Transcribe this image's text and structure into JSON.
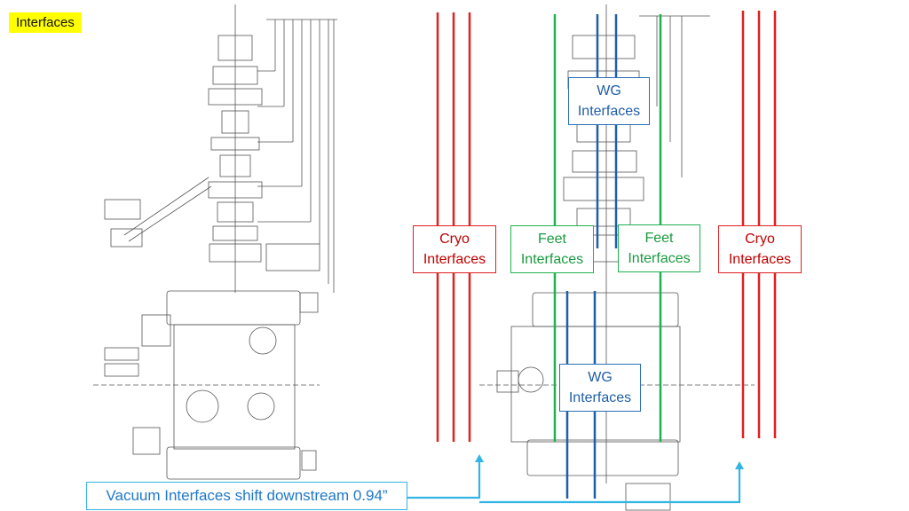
{
  "slide": {
    "title": "Interfaces"
  },
  "labels": {
    "wg_top_line1": "WG",
    "wg_top_line2": "Interfaces",
    "wg_bottom_line1": "WG",
    "wg_bottom_line2": "Interfaces",
    "cryo_left_line1": "Cryo",
    "cryo_left_line2": "Interfaces",
    "cryo_right_line1": "Cryo",
    "cryo_right_line2": "Interfaces",
    "feet_left_line1": "Feet",
    "feet_left_line2": "Interfaces",
    "feet_right_line1": "Feet",
    "feet_right_line2": "Interfaces"
  },
  "caption": {
    "text": "Vacuum Interfaces shift downstream 0.94”"
  },
  "colors": {
    "cryo": "#e02020",
    "feet": "#20b050",
    "wg": "#1f5ea8",
    "vacuum": "#33b5e5",
    "title_bg": "#ffff00"
  }
}
